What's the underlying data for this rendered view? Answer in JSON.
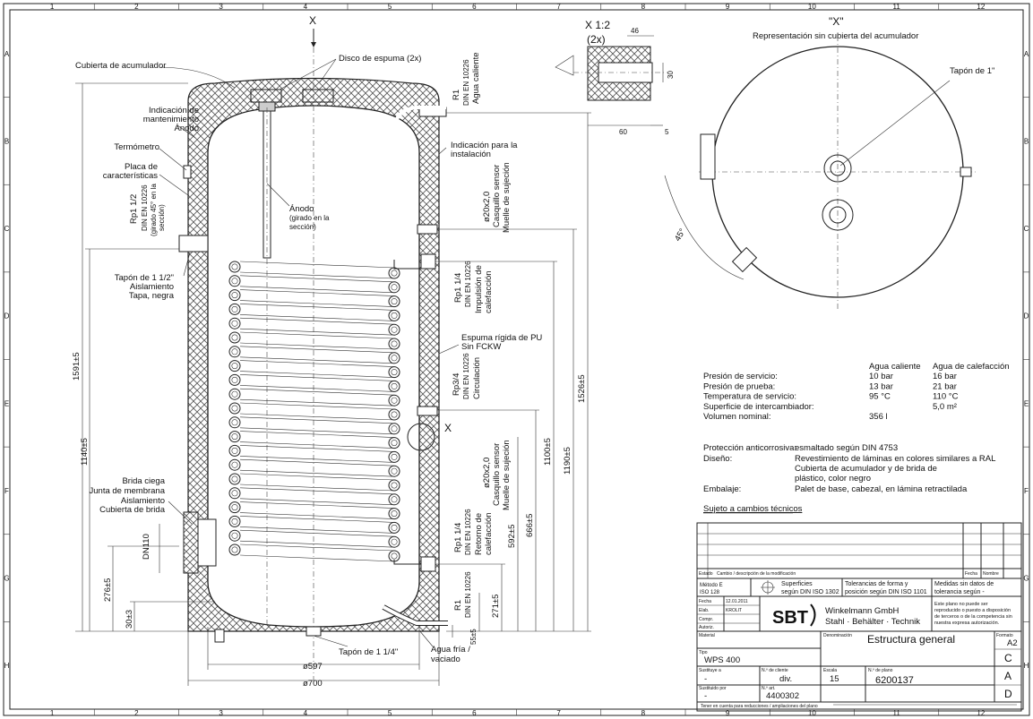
{
  "border": {
    "cols": [
      "1",
      "2",
      "3",
      "4",
      "5",
      "6",
      "7",
      "8",
      "9",
      "10",
      "11",
      "12"
    ],
    "rows": [
      "A",
      "B",
      "C",
      "D",
      "E",
      "F",
      "G",
      "H"
    ]
  },
  "main_view": {
    "section_mark": "X",
    "labels": {
      "cubierta": "Cubierta de acumulador",
      "disco": "Disco de espuma (2x)",
      "ind_mant_1": "Indicación de",
      "ind_mant_2": "mantenimiento",
      "ind_mant_3": "Ánodo",
      "termometro": "Termómetro",
      "placa_1": "Placa de",
      "placa_2": "características",
      "rp112": "Rp1 1/2",
      "rp112_sub1": "DIN EN 10226",
      "rp112_sub2": "(girado 45° en la",
      "rp112_sub3": "sección)",
      "tapon112_1": "Tapón de 1 1/2\"",
      "tapon112_2": "Aislamiento",
      "tapon112_3": "Tapa, negra",
      "anodo_1": "Ánodo",
      "anodo_2": "(girado en la",
      "anodo_3": "sección)",
      "ind_inst_1": "Indicación para la",
      "ind_inst_2": "instalación",
      "espuma_1": "Espuma rígida de PU",
      "espuma_2": "Sin FCKW",
      "brida_1": "Brida ciega",
      "brida_2": "Junta de membrana",
      "brida_3": "Aislamiento",
      "brida_4": "Cubierta de brida",
      "dn110": "DN110",
      "tapon114": "Tapón de 1 1/4\"",
      "agua_fria_1": "Agua fría /",
      "agua_fria_2": "vaciado",
      "r1_top": "R1",
      "r1_top_din": "DIN EN 10226",
      "agua_caliente": "Agua caliente",
      "sensor_top_1": "ø20x2,0",
      "sensor_top_2": "Casquillo sensor",
      "sensor_top_3": "Muelle de sujeción",
      "rp114_top": "Rp1 1/4",
      "rp114_top_din": "DIN EN 10226",
      "impulsion_1": "Impulsión de",
      "impulsion_2": "calefacción",
      "rp34": "Rp3/4",
      "rp34_din": "DIN EN 10226",
      "circulacion": "Circulación",
      "sensor_bot_1": "ø20x2,0",
      "sensor_bot_2": "Casquillo sensor",
      "sensor_bot_3": "Muelle de sujeción",
      "rp114_bot": "Rp1 1/4",
      "rp114_bot_din": "DIN EN 10226",
      "retorno_1": "Retorno de",
      "retorno_2": "calefacción",
      "r1_bot": "R1",
      "r1_bot_din": "DIN EN 10226",
      "x_mark": "X"
    },
    "dims": {
      "d1591": "1591±5",
      "d1140": "1140±5",
      "d276": "276±5",
      "d30": "30±3",
      "d1526": "1526±5",
      "d1190": "1190±5",
      "d1100": "1100±5",
      "d666": "666±5",
      "d592": "592±5",
      "d271": "271±5",
      "d55": "55±5",
      "d597": "ø597",
      "d700": "ø700"
    }
  },
  "detail_x": {
    "title_1": "X 1:2",
    "title_2": "(2x)",
    "d46": "46",
    "d30": "30",
    "d60": "60",
    "d5": "5"
  },
  "top_view": {
    "title_1": "\"X\"",
    "title_2": "Representación sin cubierta del acumulador",
    "tapon1": "Tapón de 1\"",
    "angle": "45°"
  },
  "specs": {
    "col1": "Agua caliente",
    "col2": "Agua de calefacción",
    "rows": [
      {
        "label": "Presión de servicio:",
        "v1": "10 bar",
        "v2": "16 bar"
      },
      {
        "label": "Presión de prueba:",
        "v1": "13 bar",
        "v2": "21 bar"
      },
      {
        "label": "Temperatura de servicio:",
        "v1": "95 °C",
        "v2": "110 °C"
      },
      {
        "label": "Superficie de intercambiador:",
        "v1": "",
        "v2": "5,0 m²"
      },
      {
        "label": "Volumen nominal:",
        "v1": "356 l",
        "v2": ""
      }
    ],
    "prot_label": "Protección anticorrosiva:",
    "prot_value": "esmaltado según DIN 4753",
    "diseno_label": "Diseño:",
    "diseno_1": "Revestimiento de láminas en colores similares a RAL",
    "diseno_2": "Cubierta de acumulador y de brida de",
    "diseno_3": "plástico, color negro",
    "embalaje_label": "Embalaje:",
    "embalaje_value": "Palet de base, cabezal, en lámina retractilada",
    "sujeto": "Sujeto a cambios técnicos"
  },
  "title_block": {
    "estado": "Estado",
    "cambio": "Cambio / descripción de la modificación",
    "fecha_col": "Fecha",
    "nombre_col": "Nombre",
    "metodo_1": "Método E",
    "metodo_2": "ISO 128",
    "superficies_1": "Superficies",
    "superficies_2": "según DIN ISO 1302",
    "tolerancias_1": "Tolerancias de forma y",
    "tolerancias_2": "posición según DIN ISO 1101",
    "medidas_1": "Medidas sin datos de",
    "medidas_2": "tolerancia según -",
    "fecha_lbl": "Fecha",
    "fecha_val": "12.01.2011",
    "elab_lbl": "Elab.",
    "elab_val": "KROLIT",
    "compr_lbl": "Compr.",
    "autoriz_lbl": "Autoriz.",
    "logo": "SBT",
    "company_1": "Winkelmann GmbH",
    "company_2": "Stahl · Behälter · Technik",
    "copyright_1": "Este plano no puede ser",
    "copyright_2": "reproducido o puesto a disposición",
    "copyright_3": "de terceros o de la competencia sin",
    "copyright_4": "nuestra expresa autorización.",
    "material_lbl": "Material",
    "denominacion_lbl": "Denominación",
    "denominacion": "Estructura general",
    "formato_lbl": "Formato",
    "formato": "A2",
    "tipo_lbl": "Tipo",
    "tipo": "WPS 400",
    "sustituye_lbl": "Sustituye a",
    "sustituye": "-",
    "cliente_lbl": "N.º de cliente",
    "cliente": "div.",
    "escala_lbl": "Escala",
    "escala": "15",
    "plano_lbl": "N.º de plano",
    "plano": "6200137",
    "sustituido_lbl": "Sustituido por",
    "sustituido": "-",
    "articulo_lbl": "N.º art.",
    "articulo": "4400302",
    "rev_c": "C",
    "rev_a": "A",
    "rev_d": "D",
    "footer": "Tener en cuenta para reducciones / ampliaciones del plano"
  }
}
